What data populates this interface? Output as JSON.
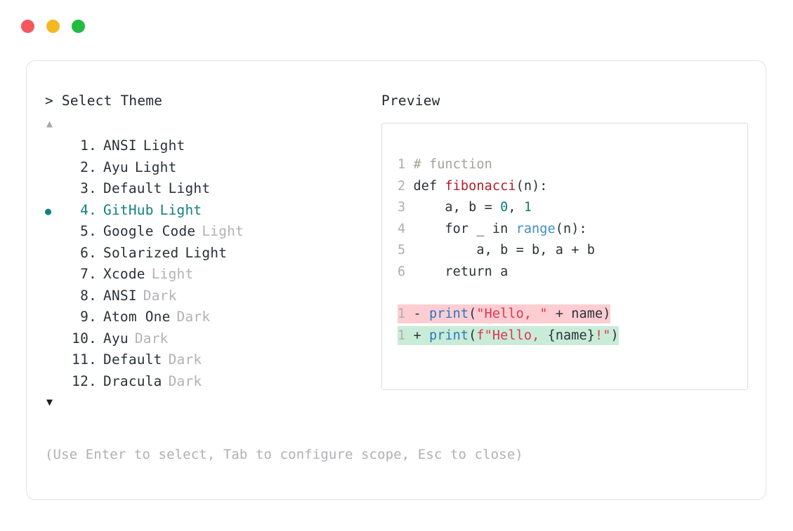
{
  "window": {
    "controls": [
      {
        "name": "close",
        "color": "#f4585c"
      },
      {
        "name": "minimize",
        "color": "#f5b825"
      },
      {
        "name": "maximize",
        "color": "#22bb44"
      }
    ]
  },
  "palette": {
    "accent_teal": "#138080",
    "text": "#2b3138",
    "muted": "#b2b2b7",
    "hint": "#b0b0b5",
    "diff_delete_bg": "#fdcdd2",
    "diff_add_bg": "#c9ecd8",
    "string_red": "#e3344f",
    "function_red": "#b31d28",
    "builtin_blue": "#2878bd",
    "number_teal": "#0f7b7b",
    "comment_gray": "#a3a396",
    "line_number": "#adadb2",
    "card_border": "#e2e2e4",
    "panel_border": "#dcdcdf"
  },
  "left": {
    "prompt": "> Select Theme",
    "scroll_up": "▲",
    "scroll_down": "▼",
    "selected_index": 4,
    "bullet": "●",
    "items": [
      {
        "index": "1.",
        "name": "ANSI",
        "variant": "Light",
        "variant_muted": false,
        "selected": false
      },
      {
        "index": "2.",
        "name": "Ayu",
        "variant": "Light",
        "variant_muted": false,
        "selected": false
      },
      {
        "index": "3.",
        "name": "Default",
        "variant": "Light",
        "variant_muted": false,
        "selected": false
      },
      {
        "index": "4.",
        "name": "GitHub",
        "variant": "Light",
        "variant_muted": false,
        "selected": true
      },
      {
        "index": "5.",
        "name": "Google Code",
        "variant": "Light",
        "variant_muted": true,
        "selected": false
      },
      {
        "index": "6.",
        "name": "Solarized",
        "variant": "Light",
        "variant_muted": false,
        "selected": false
      },
      {
        "index": "7.",
        "name": "Xcode",
        "variant": "Light",
        "variant_muted": true,
        "selected": false
      },
      {
        "index": "8.",
        "name": "ANSI",
        "variant": "Dark",
        "variant_muted": true,
        "selected": false
      },
      {
        "index": "9.",
        "name": "Atom One",
        "variant": "Dark",
        "variant_muted": true,
        "selected": false
      },
      {
        "index": "10.",
        "name": "Ayu",
        "variant": "Dark",
        "variant_muted": true,
        "selected": false
      },
      {
        "index": "11.",
        "name": "Default",
        "variant": "Dark",
        "variant_muted": true,
        "selected": false
      },
      {
        "index": "12.",
        "name": "Dracula",
        "variant": "Dark",
        "variant_muted": true,
        "selected": false
      }
    ],
    "hint": "(Use Enter to select, Tab to configure scope, Esc to close)"
  },
  "right": {
    "preview_label": "Preview",
    "code_lines": [
      {
        "number": "1",
        "tokens": [
          {
            "text": "# function",
            "kind": "comment"
          }
        ]
      },
      {
        "number": "2",
        "tokens": [
          {
            "text": "def ",
            "kind": "kw"
          },
          {
            "text": "fibonacci",
            "kind": "fn"
          },
          {
            "text": "(n):",
            "kind": "plain"
          }
        ]
      },
      {
        "number": "3",
        "tokens": [
          {
            "text": "    a, b = ",
            "kind": "plain"
          },
          {
            "text": "0",
            "kind": "num"
          },
          {
            "text": ", ",
            "kind": "plain"
          },
          {
            "text": "1",
            "kind": "num"
          }
        ]
      },
      {
        "number": "4",
        "tokens": [
          {
            "text": "    for _ in ",
            "kind": "plain"
          },
          {
            "text": "range",
            "kind": "builtin"
          },
          {
            "text": "(n):",
            "kind": "plain"
          }
        ]
      },
      {
        "number": "5",
        "tokens": [
          {
            "text": "        a, b = b, a + b",
            "kind": "plain"
          }
        ]
      },
      {
        "number": "6",
        "tokens": [
          {
            "text": "    return a",
            "kind": "plain"
          }
        ]
      }
    ],
    "diff_lines": [
      {
        "number": "1",
        "type": "del",
        "sign": "-",
        "tokens": [
          {
            "text": "print",
            "kind": "call"
          },
          {
            "text": "(",
            "kind": "plain"
          },
          {
            "text": "\"Hello, \"",
            "kind": "str"
          },
          {
            "text": " + name)",
            "kind": "plain"
          }
        ]
      },
      {
        "number": "1",
        "type": "add",
        "sign": "+",
        "tokens": [
          {
            "text": "print",
            "kind": "call"
          },
          {
            "text": "(",
            "kind": "plain"
          },
          {
            "text": "f\"Hello, ",
            "kind": "str"
          },
          {
            "text": "{name}",
            "kind": "plain"
          },
          {
            "text": "!\"",
            "kind": "str"
          },
          {
            "text": ")",
            "kind": "plain"
          }
        ]
      }
    ]
  }
}
